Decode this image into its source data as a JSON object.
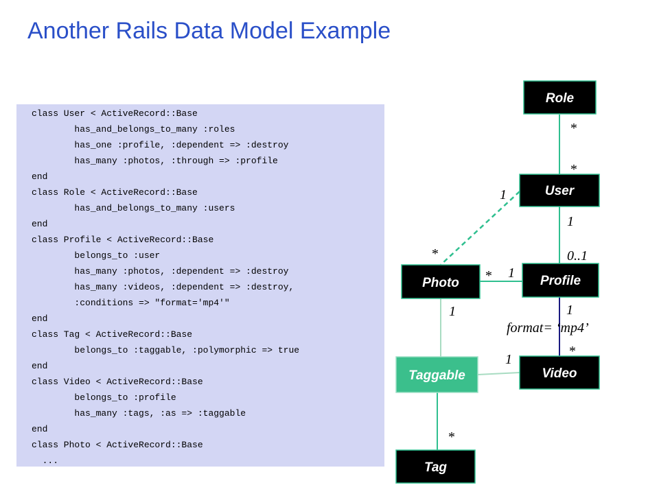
{
  "title": "Another Rails Data Model Example",
  "code_lines": [
    "class User < ActiveRecord::Base",
    "        has_and_belongs_to_many :roles",
    "        has_one :profile, :dependent => :destroy",
    "        has_many :photos, :through => :profile",
    "end",
    "class Role < ActiveRecord::Base",
    "        has_and_belongs_to_many :users",
    "end",
    "class Profile < ActiveRecord::Base",
    "        belongs_to :user",
    "        has_many :photos, :dependent => :destroy",
    "        has_many :videos, :dependent => :destroy,",
    "        :conditions => \"format='mp4'\"",
    "end",
    "class Tag < ActiveRecord::Base",
    "        belongs_to :taggable, :polymorphic => true",
    "end",
    "class Video < ActiveRecord::Base",
    "        belongs_to :profile",
    "        has_many :tags, :as => :taggable",
    "end",
    "class Photo < ActiveRecord::Base",
    "  ..."
  ],
  "diagram": {
    "entities": {
      "role": "Role",
      "user": "User",
      "profile": "Profile",
      "photo": "Photo",
      "video": "Video",
      "taggable": "Taggable",
      "tag": "Tag"
    },
    "multiplicities": {
      "role_user_top": "*",
      "role_user_bottom": "*",
      "user_photo_user_end": "1",
      "user_photo_photo_end": "*",
      "user_profile_user_end": "1",
      "user_profile_profile_end": "0..1",
      "photo_profile_photo_end": "*",
      "photo_profile_profile_end": "1",
      "profile_video_profile_end": "1",
      "profile_video_video_end": "*",
      "photo_taggable_photo_end": "1",
      "taggable_video_video_end": "1",
      "taggable_tag_tag_end": "*"
    },
    "condition_label": "format= ‘mp4’",
    "colors": {
      "entity_fill": "#000000",
      "taggable_fill": "#3bbf8c",
      "line_teal": "#2fbf8f",
      "line_light": "#a8dcc2",
      "line_navy": "#1a1a80"
    }
  }
}
